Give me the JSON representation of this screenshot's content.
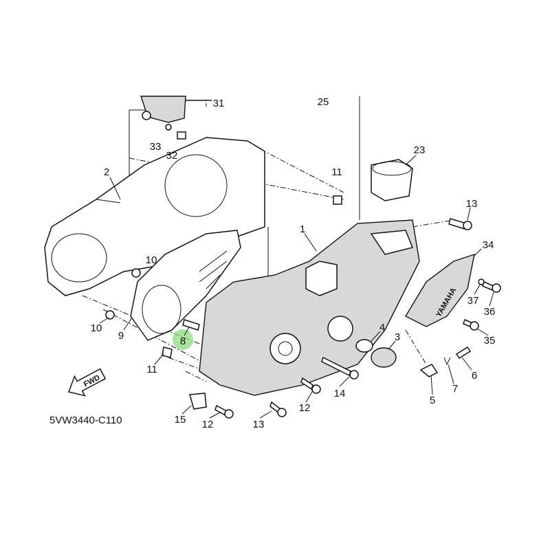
{
  "diagram": {
    "diagram_code": "5VW3440-C110",
    "fwd_arrow_label": "FWD",
    "cover_logo": "YAMAHA",
    "highlight_color": "#8fd87f",
    "callouts": {
      "c31": "31",
      "c25": "25",
      "c33": "33",
      "c32": "32",
      "c23": "23",
      "c2": "2",
      "c11a": "11",
      "c13a": "13",
      "c1": "1",
      "c34": "34",
      "c10a": "10",
      "c37": "37",
      "c36": "36",
      "c10b": "10",
      "c8": "8",
      "c4": "4",
      "c3": "3",
      "c35": "35",
      "c9": "9",
      "c6": "6",
      "c11b": "11",
      "c7": "7",
      "c14": "14",
      "c5": "5",
      "c12a": "12",
      "c15": "15",
      "c12b": "12",
      "c13b": "13"
    }
  }
}
